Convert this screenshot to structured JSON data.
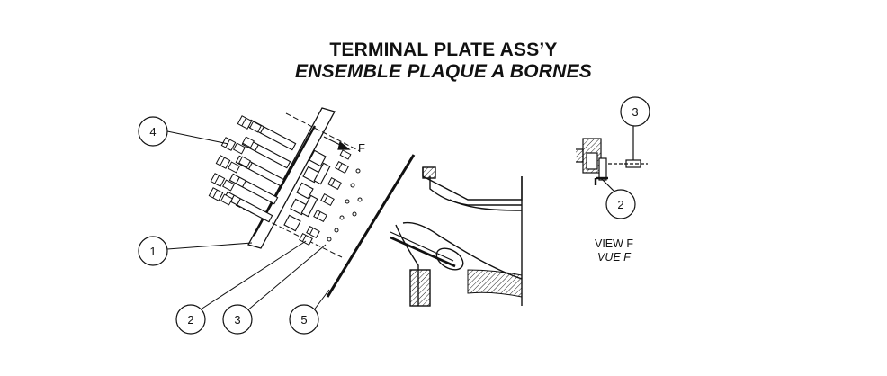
{
  "title": {
    "english": "TERMINAL PLATE ASS’Y",
    "french": "ENSEMBLE PLAQUE A BORNES"
  },
  "view": {
    "label_en": "VIEW F",
    "label_fr": "VUE F",
    "arrow_label": "F"
  },
  "callouts": [
    {
      "id": "c4",
      "num": "4"
    },
    {
      "id": "c1",
      "num": "1"
    },
    {
      "id": "c2",
      "num": "2"
    },
    {
      "id": "c3",
      "num": "3"
    },
    {
      "id": "c5",
      "num": "5"
    },
    {
      "id": "cv3",
      "num": "3"
    },
    {
      "id": "cv2",
      "num": "2"
    }
  ]
}
